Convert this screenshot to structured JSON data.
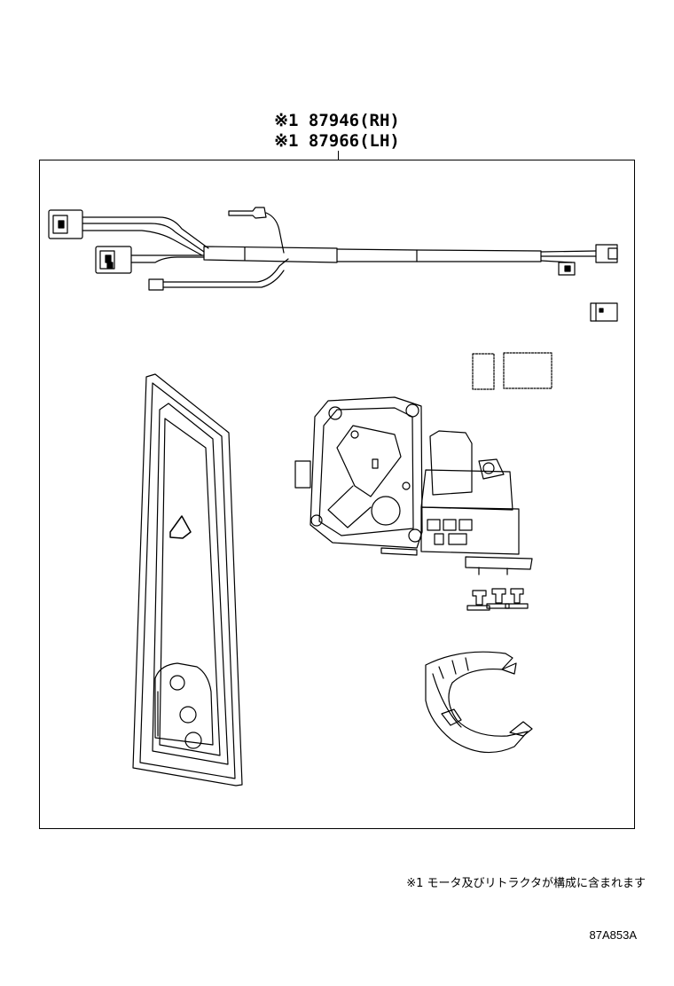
{
  "callouts": {
    "rh": "※1 87946(RH)",
    "lh": "※1 87966(LH)"
  },
  "footnote": "※1 モータ及びリトラクタが構成に含まれます",
  "figure_code": "87A853A",
  "colors": {
    "line": "#000000",
    "background": "#ffffff"
  }
}
